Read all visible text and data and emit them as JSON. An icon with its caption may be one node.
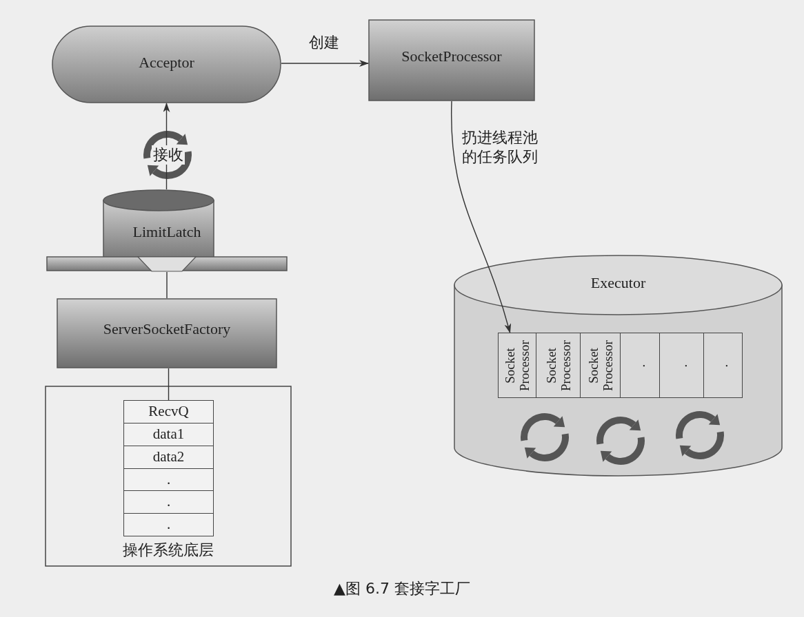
{
  "diagram": {
    "caption": "▲图 6.7 套接字工厂",
    "nodes": [
      {
        "text": [
          "Acceptor"
        ]
      },
      {
        "text": [
          "SocketProcessor"
        ]
      },
      {
        "text": [
          "LimitLatch"
        ]
      },
      {
        "text": [
          "ServerSocketFactory"
        ]
      },
      {
        "text": [
          "操作系统底层"
        ]
      },
      {
        "text": [
          "RecvQ",
          "data1",
          "data2",
          ".",
          ".",
          "."
        ],
        "in": 4
      },
      {
        "text": [
          "Executor"
        ]
      },
      {
        "text": [
          "Socket Processor",
          "Socket Processor",
          "Socket Processor",
          ".",
          ".",
          "."
        ],
        "in": 6
      }
    ],
    "edges": [
      {
        "from": 0,
        "to": 1,
        "arrow": "to",
        "label": "创建"
      },
      {
        "from": 2,
        "to": 0,
        "arrow": "to",
        "label": "接收"
      },
      {
        "from": 3,
        "to": 2,
        "arrow": "none"
      },
      {
        "from": 5,
        "to": 3,
        "arrow": "none"
      },
      {
        "from": 1,
        "to": 7,
        "arrow": "to",
        "label": "扔进线程池的任务队列"
      }
    ]
  }
}
